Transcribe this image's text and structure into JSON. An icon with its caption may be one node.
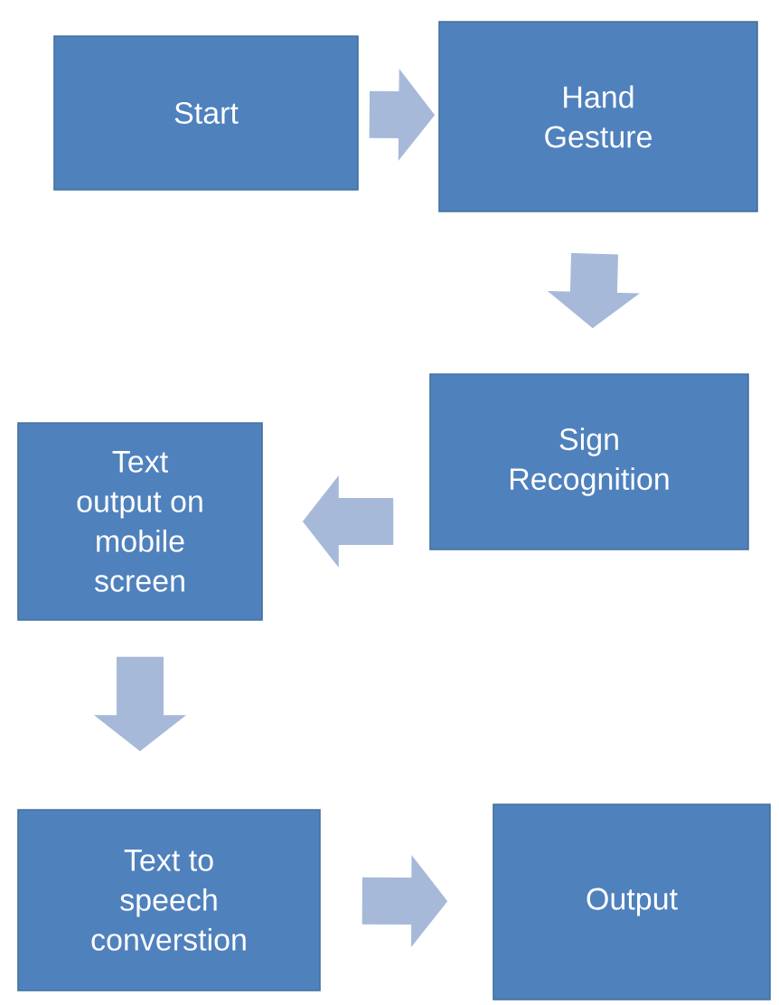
{
  "diagram": {
    "nodes": [
      {
        "text": [
          "Start"
        ]
      },
      {
        "text": [
          "Hand Gesture"
        ]
      },
      {
        "text": [
          "Sign Recognition"
        ]
      },
      {
        "text": [
          "Text output on mobile screen"
        ]
      },
      {
        "text": [
          "Text to speech converstion"
        ]
      },
      {
        "text": [
          "Output"
        ]
      }
    ],
    "edges": [
      {
        "from": 0,
        "to": 1,
        "arrow": "to"
      },
      {
        "from": 1,
        "to": 2,
        "arrow": "to"
      },
      {
        "from": 2,
        "to": 3,
        "arrow": "to"
      },
      {
        "from": 3,
        "to": 4,
        "arrow": "to"
      },
      {
        "from": 4,
        "to": 5,
        "arrow": "to"
      }
    ]
  }
}
